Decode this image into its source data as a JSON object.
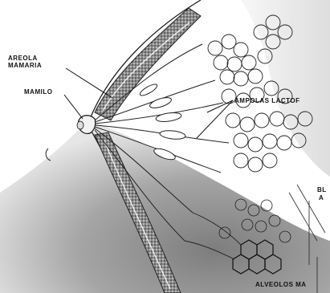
{
  "diagram": {
    "labels": {
      "areola_mamaria": [
        "AREOLA",
        "MAMARIA"
      ],
      "mamilo": "MAMILO",
      "ampolas_lactoforas": "AMPOLAS LACTOF",
      "right_edge_top": "BL",
      "right_edge_bottom": "A",
      "alveolos": "ALVEOLOS MA"
    }
  }
}
